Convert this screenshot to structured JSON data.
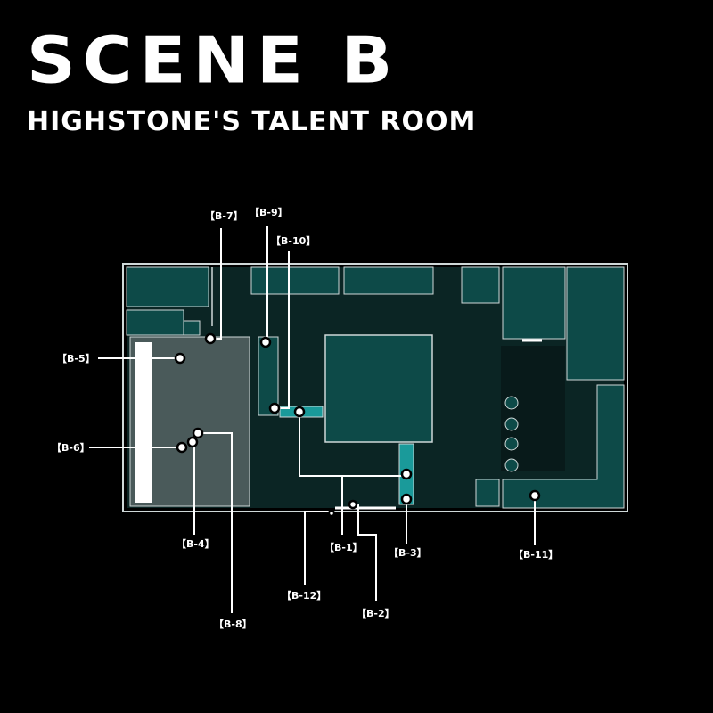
{
  "header": {
    "title": "SCENE B",
    "subtitle": "HIGHSTONE'S TALENT ROOM"
  },
  "markers": {
    "b1": "【B-1】",
    "b2": "【B-2】",
    "b3": "【B-3】",
    "b4": "【B-4】",
    "b5": "【B-5】",
    "b6": "【B-6】",
    "b7": "【B-7】",
    "b8": "【B-8】",
    "b9": "【B-9】",
    "b10": "【B-10】",
    "b11": "【B-11】",
    "b12": "【B-12】"
  },
  "colors": {
    "background": "#000000",
    "floor": "#0b2524",
    "furniture": "#0d4a48",
    "highlight": "#1a9a9a",
    "stage": "#4a5a5a",
    "wall": "#cfd8d8"
  }
}
